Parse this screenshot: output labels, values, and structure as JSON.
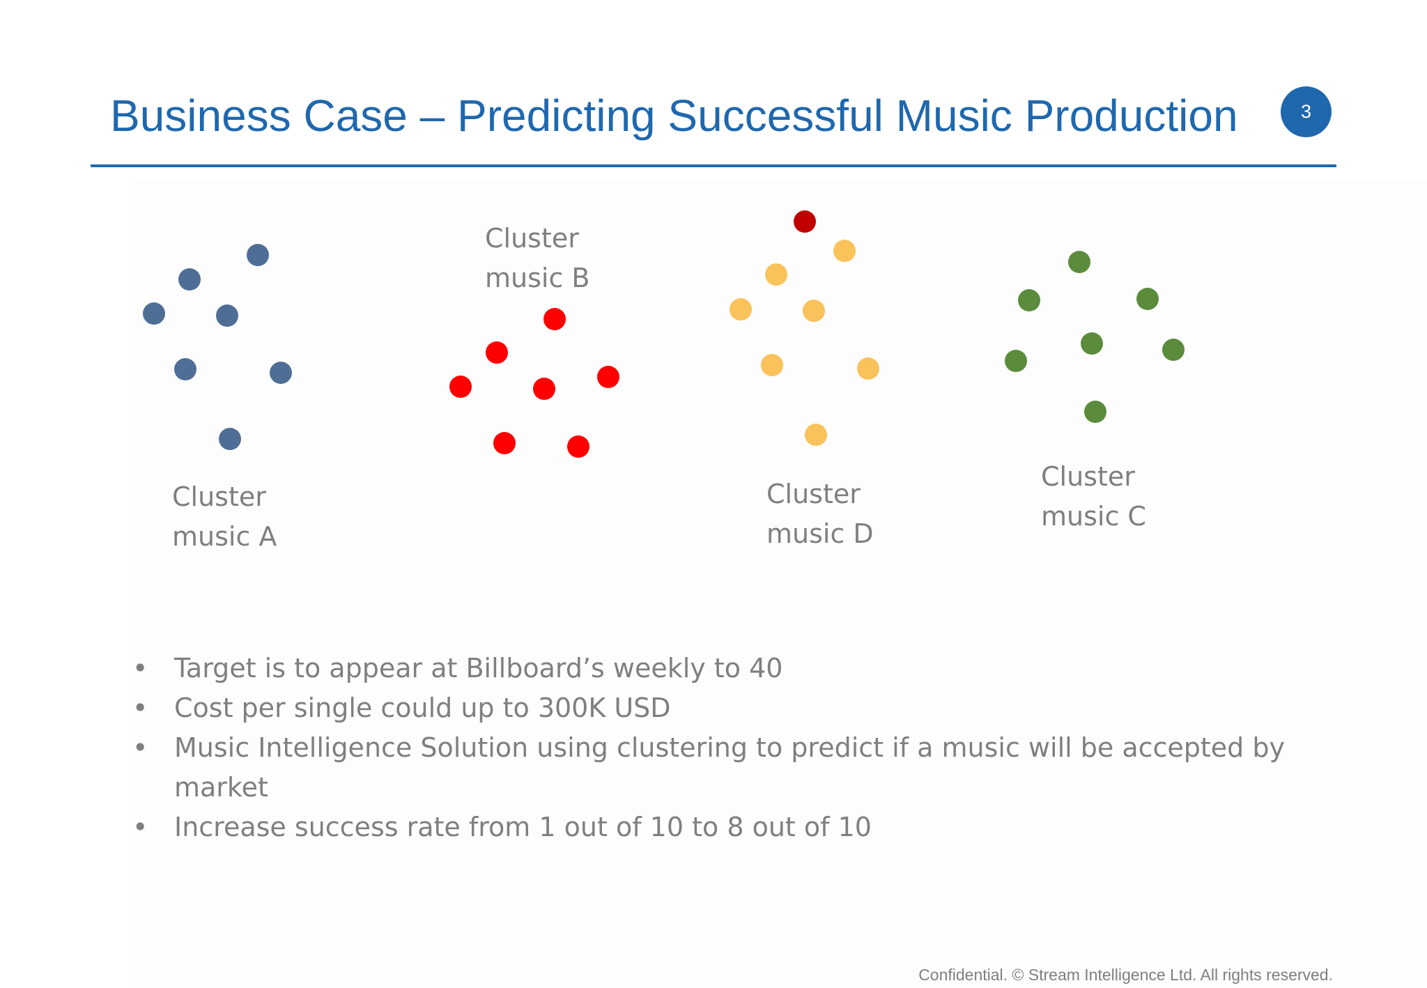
{
  "slide": {
    "title": "Business Case – Predicting Successful Music Production",
    "page_number": "3",
    "footer": "Confidential. © Stream Intelligence Ltd. All rights reserved.",
    "accent_color": "#1f68ae",
    "text_color": "#7f7f7f"
  },
  "clusters": [
    {
      "id": "a",
      "label_line1": "Cluster",
      "label_line2": "music A",
      "color": "#4f6e96",
      "highlight_color": null,
      "point_count": 7
    },
    {
      "id": "b",
      "label_line1": "Cluster",
      "label_line2": "music B",
      "color": "#fe0000",
      "highlight_color": null,
      "point_count": 7
    },
    {
      "id": "d",
      "label_line1": "Cluster",
      "label_line2": "music D",
      "color": "#fac25a",
      "highlight_color": "#c00000",
      "point_count": 8
    },
    {
      "id": "c",
      "label_line1": "Cluster",
      "label_line2": "music C",
      "color": "#5b8c3c",
      "highlight_color": null,
      "point_count": 7
    }
  ],
  "bullets": [
    "Target is to appear at Billboard’s weekly to 40",
    "Cost per single could up to 300K USD",
    "Music Intelligence Solution using clustering to predict if a music will be accepted by market",
    "Increase success rate from 1 out of 10 to 8 out of 10"
  ],
  "bullet_glyph": "•"
}
